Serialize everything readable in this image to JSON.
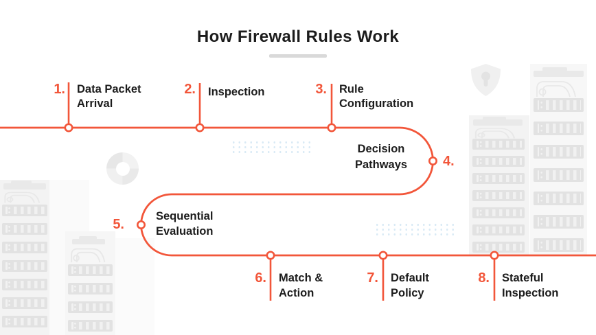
{
  "title": {
    "text": "How Firewall Rules Work"
  },
  "colors": {
    "accent": "#F2563A",
    "text": "#1C1C1C",
    "title_underline": "#D9D9D9",
    "server_unit": "#E2E2E2",
    "server_bg": "#F4F4F4",
    "dots": "#D9EAF5"
  },
  "steps": [
    {
      "num": "1.",
      "lines": [
        "Data Packet",
        "Arrival"
      ]
    },
    {
      "num": "2.",
      "lines": [
        "Inspection",
        ""
      ]
    },
    {
      "num": "3.",
      "lines": [
        "Rule",
        "Configuration"
      ]
    },
    {
      "num": "4.",
      "lines": [
        "Decision",
        "Pathways"
      ]
    },
    {
      "num": "5.",
      "lines": [
        "Sequential",
        "Evaluation"
      ]
    },
    {
      "num": "6.",
      "lines": [
        "Match &",
        "Action"
      ]
    },
    {
      "num": "7.",
      "lines": [
        "Default",
        "Policy"
      ]
    },
    {
      "num": "8.",
      "lines": [
        "Stateful",
        "Inspection"
      ]
    }
  ],
  "decor": {
    "shield_icon": "shield-with-keyhole",
    "donut_icon": "donut-ring",
    "dot_grid": "light-blue-square-grid",
    "server_rack": "gray-server-tower"
  }
}
